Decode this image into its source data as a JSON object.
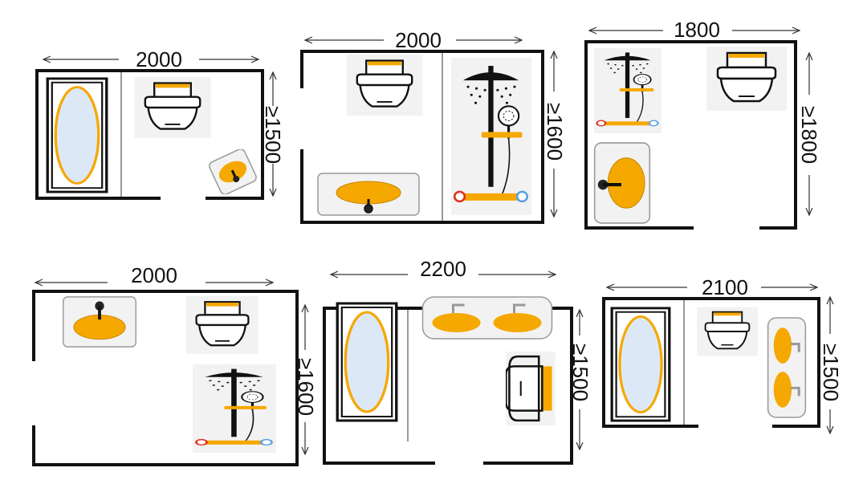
{
  "colors": {
    "wall": "#111111",
    "accent": "#f5a800",
    "glass": "#dde8f7",
    "fixture_bg": "#f2f2f2",
    "arrow": "#333333",
    "partition": "#555555",
    "red": "#e03020",
    "blue": "#5aa0e0"
  },
  "layouts": [
    {
      "width_label": "2000",
      "depth_label": "≥1500",
      "fixtures": [
        "bathtub",
        "toilet",
        "sink"
      ]
    },
    {
      "width_label": "2000",
      "depth_label": "≥1600",
      "fixtures": [
        "toilet",
        "sink",
        "shower"
      ]
    },
    {
      "width_label": "1800",
      "depth_label": "≥1800",
      "fixtures": [
        "shower",
        "sink",
        "toilet"
      ]
    },
    {
      "width_label": "2000",
      "depth_label": "≥1600",
      "fixtures": [
        "sink",
        "toilet",
        "shower"
      ]
    },
    {
      "width_label": "2200",
      "depth_label": "≥1500",
      "fixtures": [
        "bathtub",
        "double-sink",
        "toilet"
      ]
    },
    {
      "width_label": "2100",
      "depth_label": "≥1500",
      "fixtures": [
        "bathtub",
        "toilet",
        "double-sink"
      ]
    }
  ]
}
